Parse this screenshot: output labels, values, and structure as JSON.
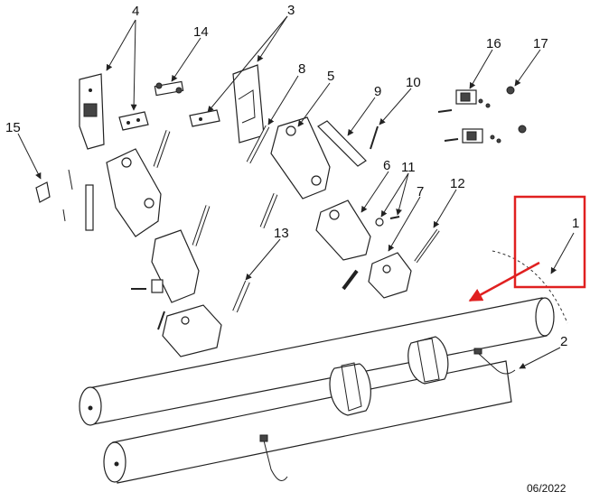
{
  "diagram": {
    "callouts": [
      "1",
      "2",
      "3",
      "4",
      "5",
      "6",
      "7",
      "8",
      "9",
      "10",
      "11",
      "12",
      "13",
      "14",
      "15",
      "16",
      "17"
    ],
    "date_stamp": "06/2022",
    "highlight_color": "#e02020",
    "line_color": "#222222"
  }
}
